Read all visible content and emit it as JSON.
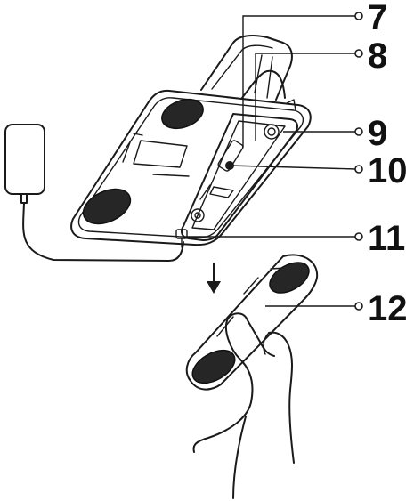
{
  "callouts": [
    {
      "label": "7"
    },
    {
      "label": "8"
    },
    {
      "label": "9"
    },
    {
      "label": "10"
    },
    {
      "label": "11"
    },
    {
      "label": "12"
    }
  ],
  "colors": {
    "line": "#1a1a1a",
    "pad": "#262626",
    "background": "#ffffff"
  },
  "icons": {
    "adapter": "power-adapter-icon",
    "arrow": "down-arrow-icon"
  }
}
